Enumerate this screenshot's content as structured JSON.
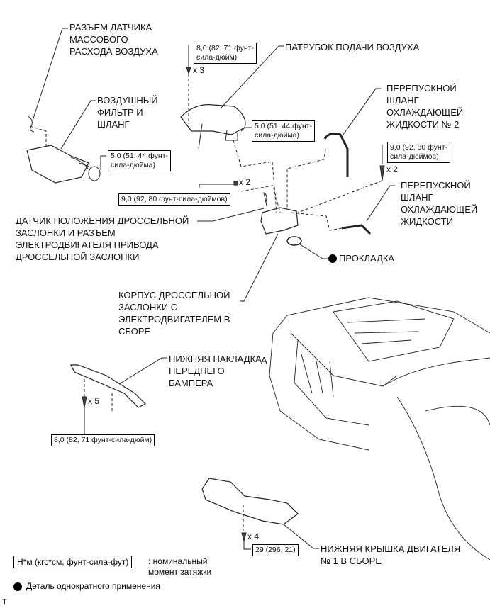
{
  "diagram": {
    "title": "Throttle body assembly removal — component layout",
    "labels": {
      "maf_connector": "РАЗЪЕМ ДАТЧИКА\nМАССОВОГО\nРАСХОДА ВОЗДУХА",
      "air_filter_hose": "ВОЗДУШНЫЙ\nФИЛЬТР И\nШЛАНГ",
      "air_inlet_pipe": "ПАТРУБОК ПОДАЧИ ВОЗДУХА",
      "coolant_bypass_hose_2": "ПЕРЕПУСКНОЙ\nШЛАНГ\nОХЛАЖДАЮЩЕЙ\nЖИДКОСТИ № 2",
      "coolant_bypass_hose": "ПЕРЕПУСКНОЙ\nШЛАНГ\nОХЛАЖДАЮЩЕЙ\nЖИДКОСТИ",
      "tps_connector": "ДАТЧИК ПОЛОЖЕНИЯ ДРОССЕЛЬНОЙ\nЗАСЛОНКИ И РАЗЪЕМ\nЭЛЕКТРОДВИГАТЕЛЯ ПРИВОДА\nДРОССЕЛЬНОЙ ЗАСЛОНКИ",
      "gasket": "ПРОКЛАДКА",
      "throttle_body": "КОРПУС ДРОССЕЛЬНОЙ\nЗАСЛОНКИ С\nЭЛЕКТРОДВИГАТЕЛЕМ В\nСБОРЕ",
      "bumper_lower_cover": "НИЖНЯЯ НАКЛАДКА\nПЕРЕДНЕГО\nБАМПЕРА",
      "engine_under_cover": "НИЖНЯЯ КРЫШКА ДВИГАТЕЛЯ\n№ 1 В СБОРЕ",
      "vehicle_marker": "A"
    },
    "torques": {
      "inlet_bolts": "8,0 (82, 71 фунт-\nсила-дюйм)",
      "inlet_clamp": "5,0 (51, 44 фунт-\nсила-дюйма)",
      "filter_clamp": "5,0 (51, 44 фунт-\nсила-дюйма)",
      "bracket_bolts": "9,0 (92, 80 фунт-сила-дюймов)",
      "hose_bolts": "9,0 (92, 80 фунт-\nсила-дюймов)",
      "bumper_bolts": "8,0 (82, 71 фунт-сила-дюйм)",
      "under_cover_bolts": "29 (296, 21)"
    },
    "quantities": {
      "inlet_bolts": "x 3",
      "bracket_bolts": "x 2",
      "hose_bolts": "x 2",
      "bumper_bolts": "x 5",
      "under_cover_bolts": "x 4"
    }
  },
  "legend": {
    "torque_unit": "Н*м (кгс*см, фунт-сила-фут)",
    "torque_desc": ": номинальный\nмомент затяжки",
    "single_use": "Деталь однократного применения"
  },
  "footer": {
    "code": "T"
  }
}
